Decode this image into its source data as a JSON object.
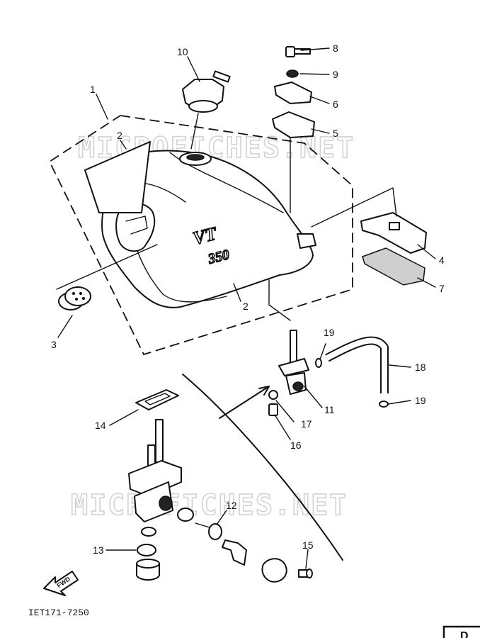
{
  "watermarks": [
    "MICROFICHES.NET",
    "MICROFICHES.NET"
  ],
  "tank_logo": [
    "VT",
    "350"
  ],
  "fwd_label": "FWD",
  "drawing_code": "IET171-7250",
  "corner_badge": "D",
  "callouts": {
    "c1": "1",
    "c2a": "2",
    "c2b": "2",
    "c3": "3",
    "c4": "4",
    "c5": "5",
    "c6": "6",
    "c7": "7",
    "c8": "8",
    "c9": "9",
    "c10": "10",
    "c11": "11",
    "c12": "12",
    "c13": "13",
    "c14": "14",
    "c15": "15",
    "c16": "16",
    "c17": "17",
    "c18": "18",
    "c19a": "19",
    "c19b": "19"
  }
}
